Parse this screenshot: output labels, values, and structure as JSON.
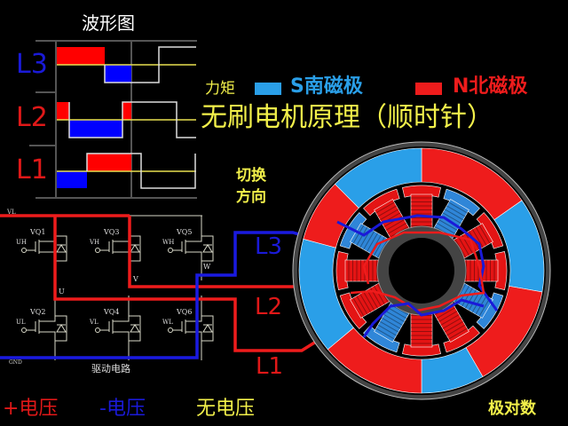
{
  "waveform": {
    "title": "波形图",
    "phases": [
      {
        "label": "L3",
        "color": "#1a1ad8"
      },
      {
        "label": "L2",
        "color": "#e01818"
      },
      {
        "label": "L1",
        "color": "#e01818"
      }
    ]
  },
  "header": {
    "torque_label": "力矩",
    "s_pole_label": "S南磁极",
    "n_pole_label": "N北磁极",
    "title": "无刷电机原理（顺时针）"
  },
  "switch_direction": {
    "line1": "切换",
    "line2": "方向"
  },
  "circuit": {
    "vcc": "VL",
    "gnd": "GND",
    "caption": "驱动电路",
    "transistors": [
      {
        "name": "VQ1",
        "input": "UH"
      },
      {
        "name": "VQ3",
        "input": "VH"
      },
      {
        "name": "VQ5",
        "input": "WH"
      },
      {
        "name": "VQ2",
        "input": "UL"
      },
      {
        "name": "VQ4",
        "input": "VL"
      },
      {
        "name": "VQ6",
        "input": "WL"
      }
    ],
    "nodes": [
      "U",
      "V",
      "W"
    ]
  },
  "wire_labels": {
    "l3": "L3",
    "l2": "L2",
    "l1": "L1"
  },
  "legend": {
    "positive": "+电压",
    "negative": "-电压",
    "none": "无电压",
    "pole_pairs": "极对数"
  },
  "colors": {
    "north": "#ee1c1c",
    "south": "#2a9fe8",
    "positive": "#e01818",
    "negative": "#1a1ad8",
    "neutral": "#f2f04a"
  }
}
